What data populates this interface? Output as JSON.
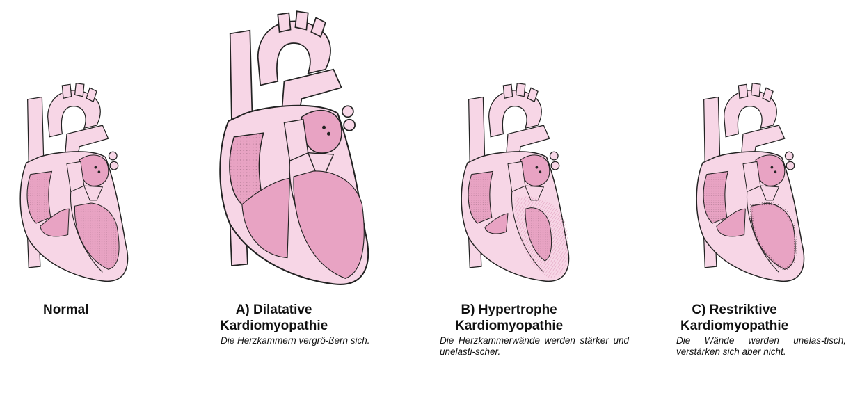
{
  "colors": {
    "tissue_light": "#f7d6e6",
    "tissue_fill": "#f2c0d8",
    "chamber": "#e8a3c3",
    "wall_thick": "#f0b6d0",
    "outline": "#222222",
    "stipple": "#5a3b4a"
  },
  "panels": [
    {
      "id": "normal",
      "title_lines": [
        "Normal"
      ],
      "description": ""
    },
    {
      "id": "dilatative",
      "title_lines": [
        "A) Dilatative",
        "Kardiomyopathie"
      ],
      "description": "Die Herzkammern vergrö-ßern sich."
    },
    {
      "id": "hypertrophe",
      "title_lines": [
        "B) Hypertrophe",
        "Kardiomyopathie"
      ],
      "description": "Die Herzkammerwände werden stärker und unelasti-scher."
    },
    {
      "id": "restriktive",
      "title_lines": [
        "C) Restriktive",
        "Kardiomyopathie"
      ],
      "description": "Die Wände werden unelas-tisch, verstärken sich aber nicht."
    }
  ]
}
